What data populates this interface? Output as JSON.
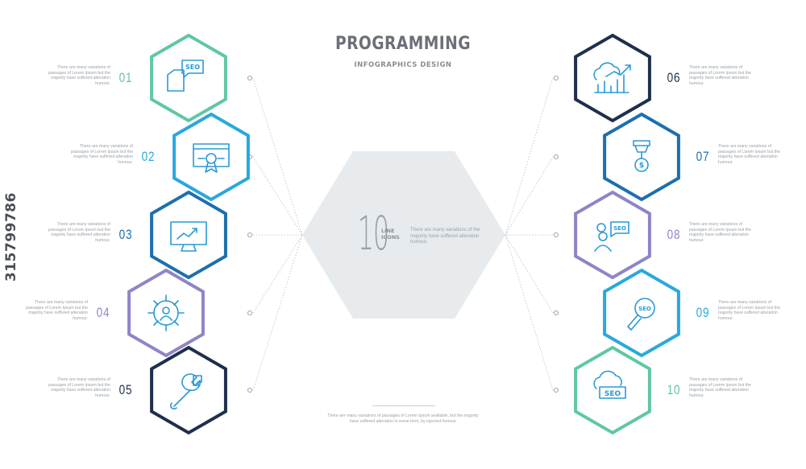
{
  "header": {
    "title": "PROGRAMMING",
    "subtitle": "INFOGRAPHICS DESIGN"
  },
  "center": {
    "big_number": "10",
    "line_icons_label": [
      "LINE",
      "ICONS"
    ],
    "description": "There are many variations of the majority have suffered alteration humour."
  },
  "footer": {
    "description": "There are many variations of passages of Lorem Ipsum available, but the majority have suffered alteration in some form, by injected humour"
  },
  "watermark": {
    "stock_id": "315799786"
  },
  "colors": {
    "01": "#5fc7a4",
    "02": "#28a8de",
    "03": "#1c6fae",
    "04": "#8e85c8",
    "05": "#1e2f4d",
    "06": "#1e2f4d",
    "07": "#1c6fae",
    "08": "#8e85c8",
    "09": "#28a8de",
    "10": "#5fc7a4",
    "icon_stroke": "#2a9ad4",
    "center_hex": "#e7ebee"
  },
  "items": [
    {
      "number": "01",
      "side": "left",
      "icon": "seo-document-icon",
      "icon_text": "SEO",
      "description": "There are many variations of passages of Lorem Ipsum but the majority have suffered alteration humour."
    },
    {
      "number": "02",
      "side": "left",
      "icon": "certificate-icon",
      "icon_text": "",
      "description": "There are many variations of passages of Lorem Ipsum but the majority have suffered alteration humour."
    },
    {
      "number": "03",
      "side": "left",
      "icon": "monitor-analytics-icon",
      "icon_text": "",
      "description": "There are many variations of passages of Lorem Ipsum but the majority have suffered alteration humour."
    },
    {
      "number": "04",
      "side": "left",
      "icon": "gear-user-icon",
      "icon_text": "",
      "description": "There are many variations of passages of Lorem Ipsum but the majority have suffered alteration humour."
    },
    {
      "number": "05",
      "side": "left",
      "icon": "wrench-puzzle-icon",
      "icon_text": "",
      "description": "There are many variations of passages of Lorem Ipsum but the majority have suffered alteration humour."
    },
    {
      "number": "06",
      "side": "right",
      "icon": "cloud-chart-icon",
      "icon_text": "",
      "description": "There are many variations of passages of Lorem Ipsum but the majority have suffered alteration humour."
    },
    {
      "number": "07",
      "side": "right",
      "icon": "dollar-key-icon",
      "icon_text": "",
      "description": "There are many variations of passages of Lorem Ipsum but the majority have suffered alteration humour."
    },
    {
      "number": "08",
      "side": "right",
      "icon": "seo-consultant-icon",
      "icon_text": "SEO",
      "description": "There are many variations of passages of Lorem Ipsum but the majority have suffered alteration humour."
    },
    {
      "number": "09",
      "side": "right",
      "icon": "seo-magnifier-icon",
      "icon_text": "SEO",
      "description": "There are many variations of passages of Lorem Ipsum but the majority have suffered alteration humour."
    },
    {
      "number": "10",
      "side": "right",
      "icon": "seo-cloud-icon",
      "icon_text": "SEO",
      "description": "There are many variations of passages of Lorem Ipsum but the majority have suffered alteration humour."
    }
  ]
}
